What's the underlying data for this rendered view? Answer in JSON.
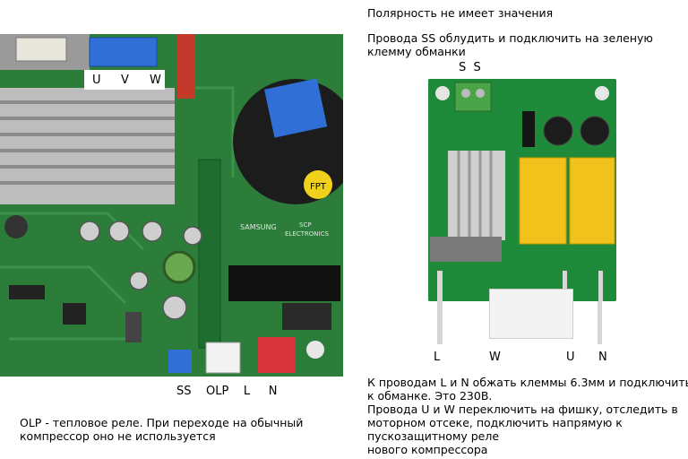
{
  "top_notes": {
    "polarity": "Полярность не имеет значения",
    "ss_line1": "Провода SS облудить и подключить на зеленую",
    "ss_line2": "клемму обманки"
  },
  "right_labels": {
    "ss": "S  S",
    "l": "L",
    "w": "W",
    "u": "U",
    "n": "N"
  },
  "left_labels": {
    "u": "U",
    "v": "V",
    "w": "W",
    "bottom": "SS    OLP    L     N"
  },
  "bottom_right_note": {
    "line1": "К проводам L и N обжать клеммы 6.3мм и подключить",
    "line2": "к обманке. Это 230В.",
    "line3": "Провода U и W переключить на фишку, отследить в",
    "line4": "моторном отсеке, подключить напрямую к",
    "line5": "пускозащитному реле",
    "line6": "нового компрессора"
  },
  "bottom_left_note": {
    "line1": "OLP - тепловое реле. При переходе на обычный",
    "line2": "компрессор оно не используется"
  },
  "board_text": {
    "samsung": "SAMSUNG",
    "scp": "SCP",
    "electronics": "ELECTRONICS",
    "fpt": "FPT"
  },
  "colors": {
    "pcb_green": "#2d7d3a",
    "heatsink": "#c9c9c9",
    "capacitor": "#1c1c1c",
    "yellow_relay": "#f2c21c",
    "blue_connector": "#2f6fd6",
    "red_connector": "#d8323a",
    "white_connector": "#f3f3f3",
    "terminal_green": "#4aa54a"
  }
}
